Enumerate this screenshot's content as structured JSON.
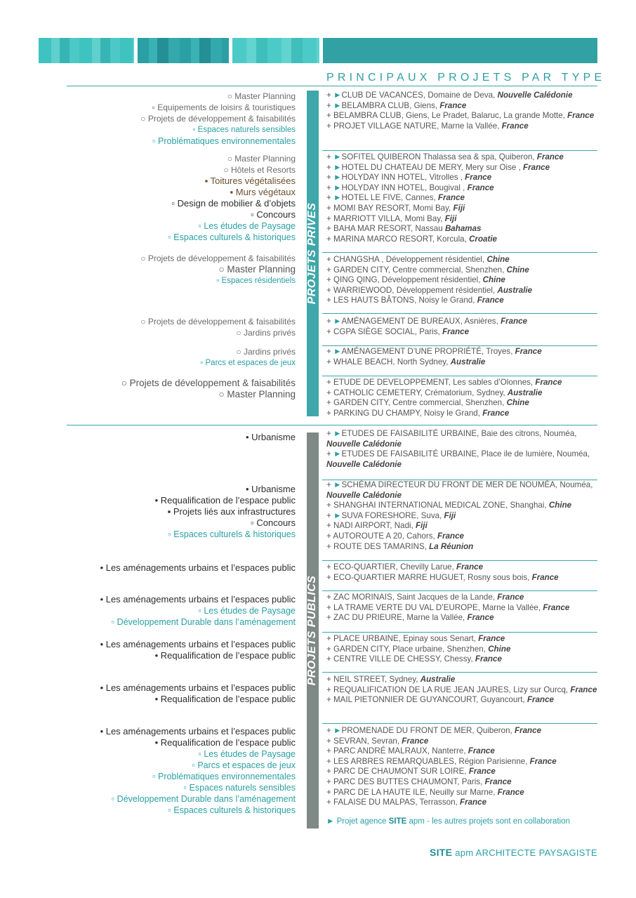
{
  "header": {
    "title": "PRINCIPAUX PROJETS PAR TYPE"
  },
  "sections": {
    "private_label": "PROJETS PRIVÉS",
    "public_label": "PROJETS PUBLICS"
  },
  "groups": [
    {
      "left": [
        {
          "text": "○ Master Planning",
          "style": "l-grey"
        },
        {
          "text": "▫ Equipements de loisirs & touristiques",
          "style": "l-grey"
        },
        {
          "text": "○ Projets de développement & faisabilités",
          "style": "l-grey"
        },
        {
          "text": "▫ Espaces naturels sensibles",
          "style": "l-teal-sm"
        },
        {
          "text": "▫ Problématiques environnementales",
          "style": "l-teal"
        }
      ],
      "right": [
        {
          "pre": "+ ",
          "agency": true,
          "text": "CLUB DE VACANCES, Domaine de Deva, ",
          "country": "Nouvelle Calédonie"
        },
        {
          "pre": "+ ",
          "agency": true,
          "text": "BELAMBRA CLUB, Giens, ",
          "country": "France"
        },
        {
          "pre": "+ ",
          "agency": false,
          "text": "BELAMBRA CLUB, Giens, Le Pradet, Balaruc, La grande Motte, ",
          "country": "France"
        },
        {
          "pre": "+ ",
          "agency": false,
          "text": "PROJET VILLAGE NATURE, Marne la Vallée, ",
          "country": "France"
        }
      ]
    },
    {
      "left": [
        {
          "text": "○ Master Planning",
          "style": "l-grey"
        },
        {
          "text": "○ Hôtels et Resorts",
          "style": "l-grey"
        },
        {
          "text": "▪ Toitures végétalisées",
          "style": "l-brown"
        },
        {
          "text": "▪ Murs végétaux",
          "style": "l-brown"
        },
        {
          "text": "▫ Design de mobilier & d’objets",
          "style": "l-dark"
        },
        {
          "text": "▫ Concours",
          "style": "l-dark"
        },
        {
          "text": "▫ Les études de Paysage",
          "style": "l-teal"
        },
        {
          "text": "▫ Espaces culturels & historiques",
          "style": "l-teal"
        }
      ],
      "right": [
        {
          "pre": "+ ",
          "agency": true,
          "text": "SOFITEL QUIBERON Thalassa sea & spa, Quiberon, ",
          "country": "France"
        },
        {
          "pre": "+ ",
          "agency": true,
          "text": "HOTEL DU CHATEAU DE MERY, Mery sur Oise , ",
          "country": "France"
        },
        {
          "pre": "+ ",
          "agency": true,
          "text": "HOLYDAY INN HOTEL, Vitrolles , ",
          "country": "France"
        },
        {
          "pre": "+ ",
          "agency": true,
          "text": "HOLYDAY INN HOTEL, Bougival , ",
          "country": "France"
        },
        {
          "pre": "+ ",
          "agency": true,
          "text": "HOTEL LE FIVE, Cannes, ",
          "country": "France"
        },
        {
          "pre": "+ ",
          "agency": false,
          "text": "MOMI BAY RESORT, Momi Bay, ",
          "country": "Fiji"
        },
        {
          "pre": "+ ",
          "agency": false,
          "text": "MARRIOTT VILLA, Momi Bay, ",
          "country": "Fiji"
        },
        {
          "pre": "+ ",
          "agency": false,
          "text": "BAHA MAR RESORT, Nassau ",
          "country": "Bahamas"
        },
        {
          "pre": "+ ",
          "agency": false,
          "text": "MARINA MARCO RESORT, Korcula, ",
          "country": "Croatie"
        }
      ]
    },
    {
      "left": [
        {
          "text": "○ Projets de développement & faisabilités",
          "style": "l-grey"
        },
        {
          "text": "○ Master Planning",
          "style": "l-big"
        },
        {
          "text": "▫ Espaces résidentiels",
          "style": "l-teal-sm"
        }
      ],
      "right": [
        {
          "pre": "+ ",
          "agency": false,
          "text": "CHANGSHA , Développement résidentiel, ",
          "country": "Chine"
        },
        {
          "pre": "+ ",
          "agency": false,
          "text": "GARDEN CITY, Centre commercial, Shenzhen, ",
          "country": "Chine"
        },
        {
          "pre": "+ ",
          "agency": false,
          "text": "QING QING, Développement résidentiel, ",
          "country": "Chine"
        },
        {
          "pre": "+ ",
          "agency": false,
          "text": "WARRIEWOOD, Développement résidentiel, ",
          "country": "Australie"
        },
        {
          "pre": "+ ",
          "agency": false,
          "text": "LES HAUTS BÂTONS, Noisy le Grand, ",
          "country": "France"
        }
      ]
    },
    {
      "left": [
        {
          "text": "○ Projets de développement & faisabilités",
          "style": "l-grey"
        },
        {
          "text": "○ Jardins privés",
          "style": "l-grey"
        }
      ],
      "right": [
        {
          "pre": "+ ",
          "agency": true,
          "text": "AMÉNAGEMENT DE BUREAUX, Asnières, ",
          "country": "France"
        },
        {
          "pre": "+ ",
          "agency": false,
          "text": "CGPA SIÈGE SOCIAL, Paris, ",
          "country": "France"
        }
      ]
    },
    {
      "left": [
        {
          "text": "○ Jardins privés",
          "style": "l-grey"
        },
        {
          "text": "▫ Parcs et espaces de jeux",
          "style": "l-teal-sm"
        }
      ],
      "right": [
        {
          "pre": "+ ",
          "agency": true,
          "text": "AMÉNAGEMENT D’UNE PROPRIÉTÉ, Troyes, ",
          "country": "France"
        },
        {
          "pre": "+ ",
          "agency": false,
          "text": "WHALE BEACH, North Sydney, ",
          "country": "Australie"
        }
      ]
    },
    {
      "left": [
        {
          "text": "○ Projets de développement & faisabilités",
          "style": "l-big"
        },
        {
          "text": "○ Master Planning",
          "style": "l-big"
        }
      ],
      "right": [
        {
          "pre": "+ ",
          "agency": false,
          "text": "ETUDE DE DEVELOPPEMENT, Les sables d’Olonnes, ",
          "country": "France"
        },
        {
          "pre": "+ ",
          "agency": false,
          "text": "CATHOLIC CEMETERY, Crématorium, Sydney, ",
          "country": "Australie"
        },
        {
          "pre": "+ ",
          "agency": false,
          "text": "GARDEN CITY, Centre commercial, Shenzhen, ",
          "country": "Chine"
        },
        {
          "pre": "+ ",
          "agency": false,
          "text": "PARKING DU CHAMPY, Noisy le Grand, ",
          "country": "France"
        }
      ]
    },
    {
      "left": [
        {
          "text": "• Urbanisme",
          "style": "l-dark"
        }
      ],
      "right": [
        {
          "pre": "+ ",
          "agency": true,
          "text": "ETUDES DE FAISABILITÉ URBAINE, Baie des citrons, Nouméa, ",
          "country": "Nouvelle Calédonie"
        },
        {
          "pre": "+ ",
          "agency": true,
          "text": "ETUDES DE FAISABILITÉ URBAINE, Place ile de lumière, Nouméa, ",
          "country": "Nouvelle Calédonie"
        }
      ]
    },
    {
      "left": [
        {
          "text": "• Urbanisme",
          "style": "l-dark"
        },
        {
          "text": "• Requalification de l’espace public",
          "style": "l-dark"
        },
        {
          "text": "▪ Projets liés aux infrastructures",
          "style": "l-dark"
        },
        {
          "text": "▫ Concours",
          "style": "l-dark"
        },
        {
          "text": "▫ Espaces culturels & historiques",
          "style": "l-teal"
        }
      ],
      "right": [
        {
          "pre": "+ ",
          "agency": true,
          "text": "SCHÉMA DIRECTEUR DU FRONT DE MER DE NOUMÉA, Nouméa, ",
          "country": "Nouvelle Calédonie"
        },
        {
          "pre": "+ ",
          "agency": false,
          "text": "SHANGHAI INTERNATIONAL MEDICAL ZONE, Shanghai, ",
          "country": "Chine"
        },
        {
          "pre": "+ ",
          "agency": true,
          "text": "SUVA FORESHORE, Suva, ",
          "country": "Fiji"
        },
        {
          "pre": "+ ",
          "agency": false,
          "text": "NADI AIRPORT, Nadi, ",
          "country": "Fiji"
        },
        {
          "pre": "+ ",
          "agency": false,
          "text": "AUTOROUTE A 20, Cahors, ",
          "country": "France"
        },
        {
          "pre": "+ ",
          "agency": false,
          "text": "ROUTE DES TAMARINS, ",
          "country": "La Réunion"
        }
      ]
    },
    {
      "left": [
        {
          "text": "• Les aménagements urbains et l’espaces public",
          "style": "l-dark"
        }
      ],
      "right": [
        {
          "pre": "+ ",
          "agency": false,
          "text": "ECO-QUARTIER, Chevilly Larue, ",
          "country": "France"
        },
        {
          "pre": "+ ",
          "agency": false,
          "text": "ECO-QUARTIER MARRE HUGUET, Rosny sous bois, ",
          "country": "France"
        }
      ]
    },
    {
      "left": [
        {
          "text": "• Les aménagements urbains et l’espaces public",
          "style": "l-dark"
        },
        {
          "text": "▫ Les études de Paysage",
          "style": "l-teal"
        },
        {
          "text": "▫ Développement Durable dans l’aménagement",
          "style": "l-teal"
        }
      ],
      "right": [
        {
          "pre": "+ ",
          "agency": false,
          "text": "ZAC MORINAIS, Saint Jacques de la Lande, ",
          "country": "France"
        },
        {
          "pre": "+ ",
          "agency": false,
          "text": "LA TRAME VERTE DU VAL D’EUROPE, Marne la Vallée, ",
          "country": "France"
        },
        {
          "pre": "+ ",
          "agency": false,
          "text": "ZAC DU PRIEURE, Marne la Vallée, ",
          "country": "France"
        }
      ]
    },
    {
      "left": [
        {
          "text": "• Les aménagements urbains et l’espaces public",
          "style": "l-dark"
        },
        {
          "text": "• Requalification de l’espace public",
          "style": "l-dark"
        }
      ],
      "right": [
        {
          "pre": "+ ",
          "agency": false,
          "text": "PLACE URBAINE, Epinay sous Senart, ",
          "country": "France"
        },
        {
          "pre": "+ ",
          "agency": false,
          "text": "GARDEN CITY, Place urbaine, Shenzhen, ",
          "country": "Chine"
        },
        {
          "pre": "+ ",
          "agency": false,
          "text": "CENTRE VILLE DE CHESSY, Chessy, ",
          "country": "France"
        }
      ]
    },
    {
      "left": [
        {
          "text": "• Les aménagements urbains et l’espaces public",
          "style": "l-dark"
        },
        {
          "text": "• Requalification de l’espace public",
          "style": "l-dark"
        }
      ],
      "right": [
        {
          "pre": "+ ",
          "agency": false,
          "text": "NEIL STREET, Sydney, ",
          "country": "Australie"
        },
        {
          "pre": "+ ",
          "agency": false,
          "text": "REQUALIFICATION DE LA RUE JEAN JAURES, Lizy sur Ourcq, ",
          "country": "France"
        },
        {
          "pre": "+ ",
          "agency": false,
          "text": "MAIL PIETONNIER DE GUYANCOURT, Guyancourt, ",
          "country": "France"
        }
      ]
    },
    {
      "left": [
        {
          "text": "• Les aménagements urbains et l’espaces public",
          "style": "l-dark"
        },
        {
          "text": "• Requalification de l’espace public",
          "style": "l-dark"
        },
        {
          "text": "▫ Les études de Paysage",
          "style": "l-teal"
        },
        {
          "text": "▫ Parcs et espaces de jeux",
          "style": "l-teal"
        },
        {
          "text": "▫ Problématiques environnementales",
          "style": "l-teal"
        },
        {
          "text": "▫ Espaces naturels sensibles",
          "style": "l-teal"
        },
        {
          "text": "▫ Développement Durable dans l’aménagement",
          "style": "l-teal"
        },
        {
          "text": "▫ Espaces culturels & historiques",
          "style": "l-teal"
        }
      ],
      "right": [
        {
          "pre": "+ ",
          "agency": true,
          "text": "PROMENADE DU FRONT DE MER, Quiberon, ",
          "country": "France"
        },
        {
          "pre": "+ ",
          "agency": false,
          "text": "SEVRAN, Sevran, ",
          "country": "France"
        },
        {
          "pre": "+ ",
          "agency": false,
          "text": "PARC ANDRÉ MALRAUX, Nanterre, ",
          "country": "France"
        },
        {
          "pre": "+ ",
          "agency": false,
          "text": "LES ARBRES REMARQUABLES, Région Parisienne, ",
          "country": "France"
        },
        {
          "pre": "+ ",
          "agency": false,
          "text": "PARC DE CHAUMONT SUR LOIRE, ",
          "country": "France"
        },
        {
          "pre": "+ ",
          "agency": false,
          "text": "PARC DES BUTTES CHAUMONT, Paris, ",
          "country": "France"
        },
        {
          "pre": "+ ",
          "agency": false,
          "text": "PARC DE LA HAUTE ILE, Neuilly sur Marne, ",
          "country": "France"
        },
        {
          "pre": "+ ",
          "agency": false,
          "text": "FALAISE DU MALPAS, Terrasson, ",
          "country": "France"
        }
      ]
    }
  ],
  "footnote": {
    "marker": "►",
    "before": " Projet agence ",
    "brand": "SITE",
    "after": " apm - les autres projets sont en collaboration"
  },
  "footer": {
    "brand": "SITE",
    "rest": " apm ARCHITECTE PAYSAGISTE"
  },
  "colors": {
    "accent": "#2aa0a4",
    "private_bar": "#3fa7a9",
    "public_bar": "#7f8985"
  }
}
